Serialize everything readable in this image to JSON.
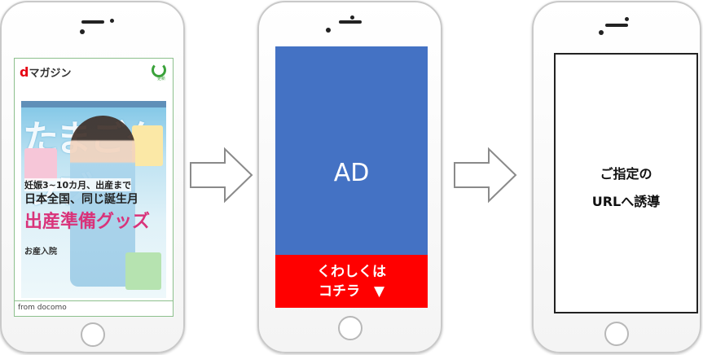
{
  "phone1": {
    "app_name_prefix": "d",
    "app_name": "マガジン",
    "reload_label": "更新",
    "cover": {
      "title": "たまごクラブ",
      "line1": "妊娠3~10カ月、出産まで",
      "line2": "日本全国、同じ誕生月",
      "line3": "出産準備グッズ",
      "line4": "お産入院"
    },
    "footer": "from docomo"
  },
  "phone2": {
    "ad_label": "AD",
    "cta_line1": "くわしくは",
    "cta_line2": "コチラ　▼"
  },
  "phone3": {
    "line1": "ご指定の",
    "line2": "URLへ誘導"
  },
  "colors": {
    "ad_blue": "#4472c4",
    "cta_red": "#ff0000",
    "dmagazine_red": "#e60012",
    "dmagazine_green": "#3aa23a"
  },
  "icons": [
    "reload-icon",
    "right-arrow-icon",
    "down-triangle-icon",
    "home-button"
  ]
}
